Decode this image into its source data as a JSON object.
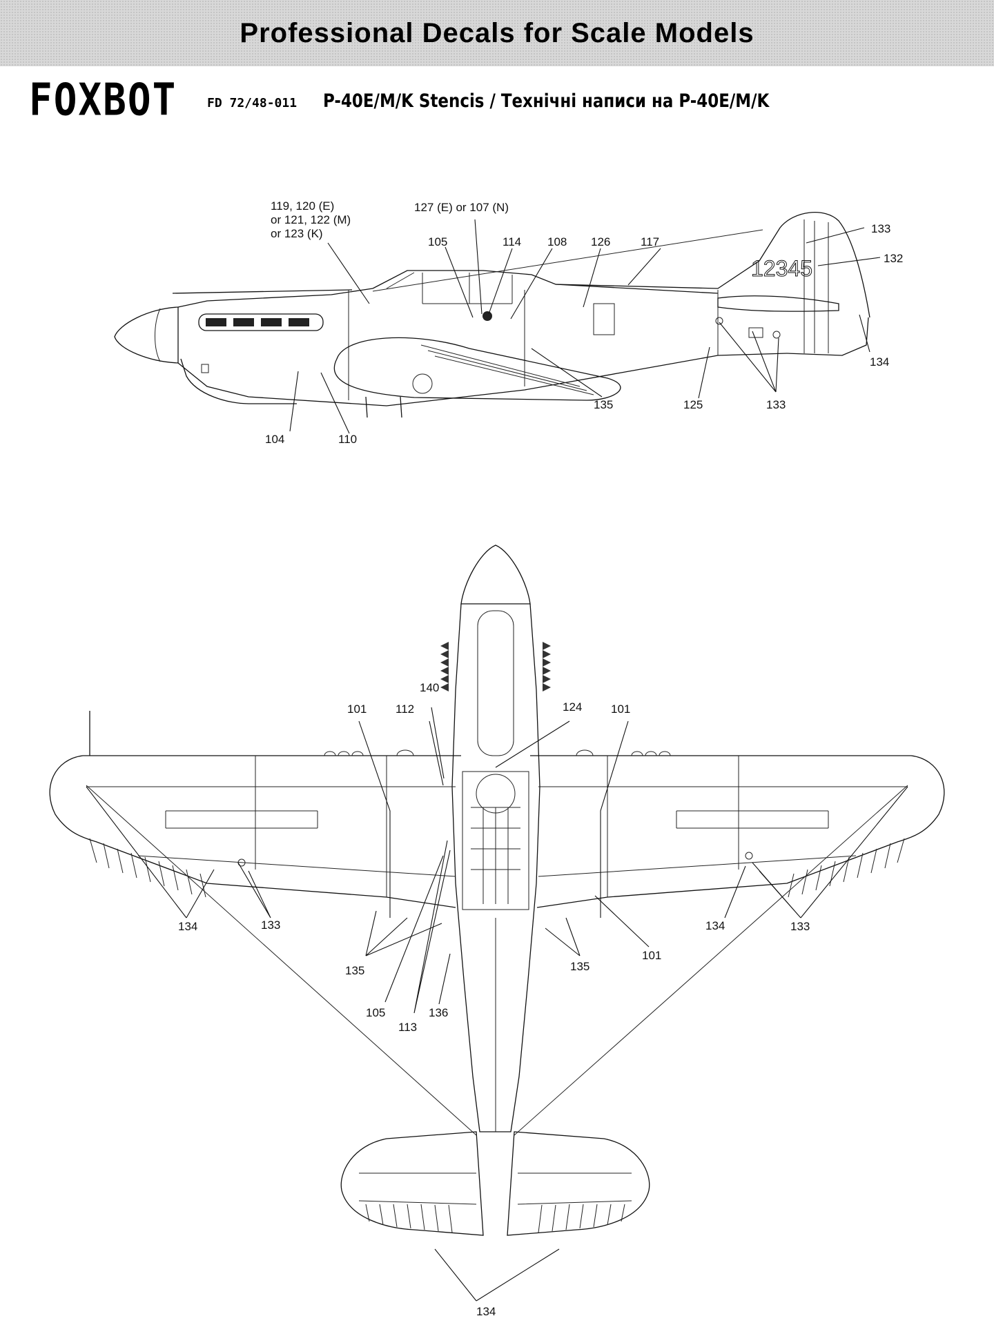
{
  "header": {
    "title": "Professional Decals for Scale Models"
  },
  "brand": {
    "logo": "FOXBOT",
    "code": "FD 72/48-011",
    "name": "P-40E/M/K Stencis / Технічні написи на P-40E/M/K"
  },
  "side_view": {
    "callouts": {
      "c119": [
        "119, 120 (E)",
        "or 121, 122 (M)",
        "or 123 (K)"
      ],
      "c127": "127 (E) or 107 (N)",
      "c105": "105",
      "c114": "114",
      "c108": "108",
      "c126": "126",
      "c117": "117",
      "c133a": "133",
      "c132": "132",
      "c134": "134",
      "c104": "104",
      "c110": "110",
      "c135": "135",
      "c125": "125",
      "c133b": "133"
    },
    "tail_number": "12345"
  },
  "top_view": {
    "callouts": {
      "c140": "140",
      "c101a": "101",
      "c112": "112",
      "c124": "124",
      "c101b": "101",
      "c134a": "134",
      "c133a": "133",
      "c135a": "135",
      "c105": "105",
      "c113": "113",
      "c136": "136",
      "c135b": "135",
      "c101c": "101",
      "c134b": "134",
      "c133b": "133",
      "c134c": "134"
    }
  }
}
